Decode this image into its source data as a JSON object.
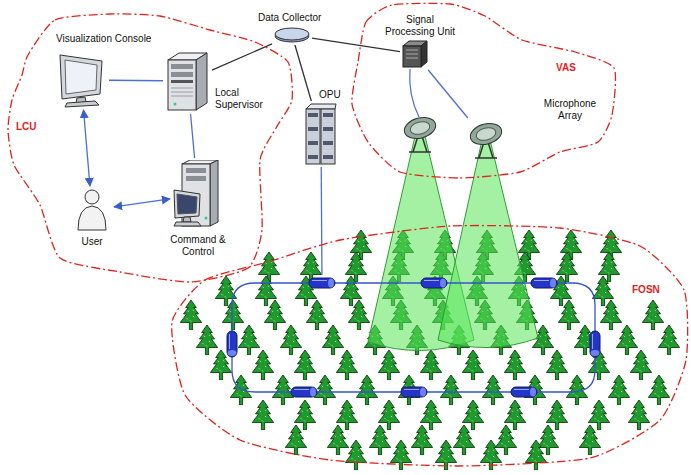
{
  "diagram": {
    "nodes": [
      {
        "text": [
          "LCU"
        ]
      },
      {
        "text": [
          "Visualization Console"
        ],
        "in": 0
      },
      {
        "text": [
          "Local Supervisor"
        ],
        "in": 0
      },
      {
        "text": [
          "User"
        ],
        "in": 0
      },
      {
        "text": [
          "Command & Control"
        ],
        "in": 0
      },
      {
        "text": [
          "Data Collector"
        ]
      },
      {
        "text": [
          "OPU"
        ]
      },
      {
        "text": [
          "VAS"
        ]
      },
      {
        "text": [
          "Signal Processing Unit"
        ],
        "in": 7
      },
      {
        "text": [
          "Microphone Array"
        ],
        "in": 7
      },
      {
        "text": [
          "FOSN"
        ]
      }
    ],
    "edges": [
      {
        "from": 1,
        "to": 2,
        "arrow": "none"
      },
      {
        "from": 1,
        "to": 3,
        "arrow": "both"
      },
      {
        "from": 3,
        "to": 4,
        "arrow": "both"
      },
      {
        "from": 2,
        "to": 4,
        "arrow": "none"
      },
      {
        "from": 2,
        "to": 5,
        "arrow": "none"
      },
      {
        "from": 5,
        "to": 6,
        "arrow": "none"
      },
      {
        "from": 5,
        "to": 8,
        "arrow": "none"
      },
      {
        "from": 8,
        "to": 9,
        "arrow": "none"
      },
      {
        "from": 6,
        "to": 10,
        "arrow": "none"
      }
    ]
  }
}
